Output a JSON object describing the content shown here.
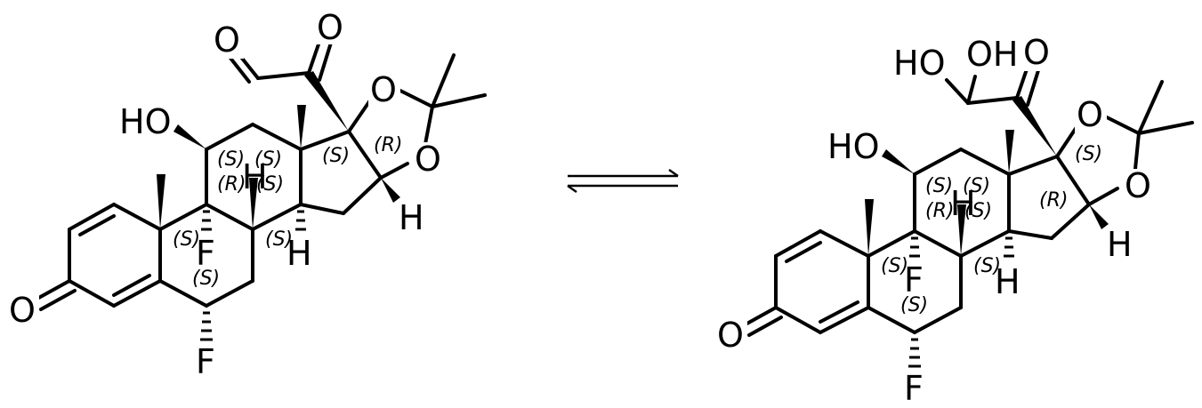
{
  "scheme": {
    "arrow": "equilibrium",
    "left_molecule": {
      "labels": {
        "ald_o": "O",
        "keto_o": "O",
        "ring_o1": "O",
        "ring_o2": "O",
        "hydroxyl": "HO",
        "ring_a_o": "O",
        "f9": "F",
        "f6": "F",
        "h14": "H",
        "h16": "H",
        "h8": "H"
      },
      "stereo": {
        "c11": "(S)",
        "c13": "(S)",
        "c17": "(S)",
        "c16": "(R)",
        "c9a": "(R)",
        "c8a": "(S)",
        "c10": "(S)",
        "c14": "(S)",
        "c6": "(S)"
      }
    },
    "right_molecule": {
      "labels": {
        "oh_a": "HO",
        "oh_b": "OH",
        "keto_o": "O",
        "ring_o1": "O",
        "ring_o2": "O",
        "hydroxyl": "HO",
        "ring_a_o": "O",
        "f9": "F",
        "f6": "F",
        "h14": "H",
        "h16": "H",
        "h8": "H"
      },
      "stereo": {
        "c11": "(S)",
        "c13": "(S)",
        "c17": "(S)",
        "c16": "(R)",
        "c9a": "(R)",
        "c8a": "(S)",
        "c10": "(S)",
        "c14": "(S)",
        "c6": "(S)"
      }
    }
  }
}
